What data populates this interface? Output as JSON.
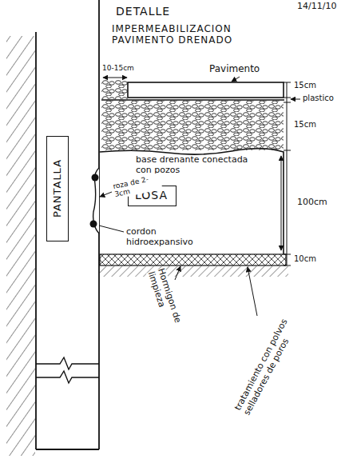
{
  "diagram": {
    "title": "DETALLE",
    "nodes": [
      {
        "text": [
          "PANTALLA"
        ]
      },
      {
        "text": [
          "LOSA"
        ]
      }
    ],
    "labels": [
      "14/11/10",
      "IMPERMEABILIZACION PAVIMENTO DRENADO",
      "10-15cm",
      "Pavimento",
      "15cm",
      "plastico",
      "15cm",
      "base drenante conectada con pozos",
      "roza de 2-3cm",
      "cordon hidroexpansivo",
      "100cm",
      "10cm",
      "Hormigon de limpieza",
      "tratamiento con polvos selladores de poros"
    ]
  }
}
